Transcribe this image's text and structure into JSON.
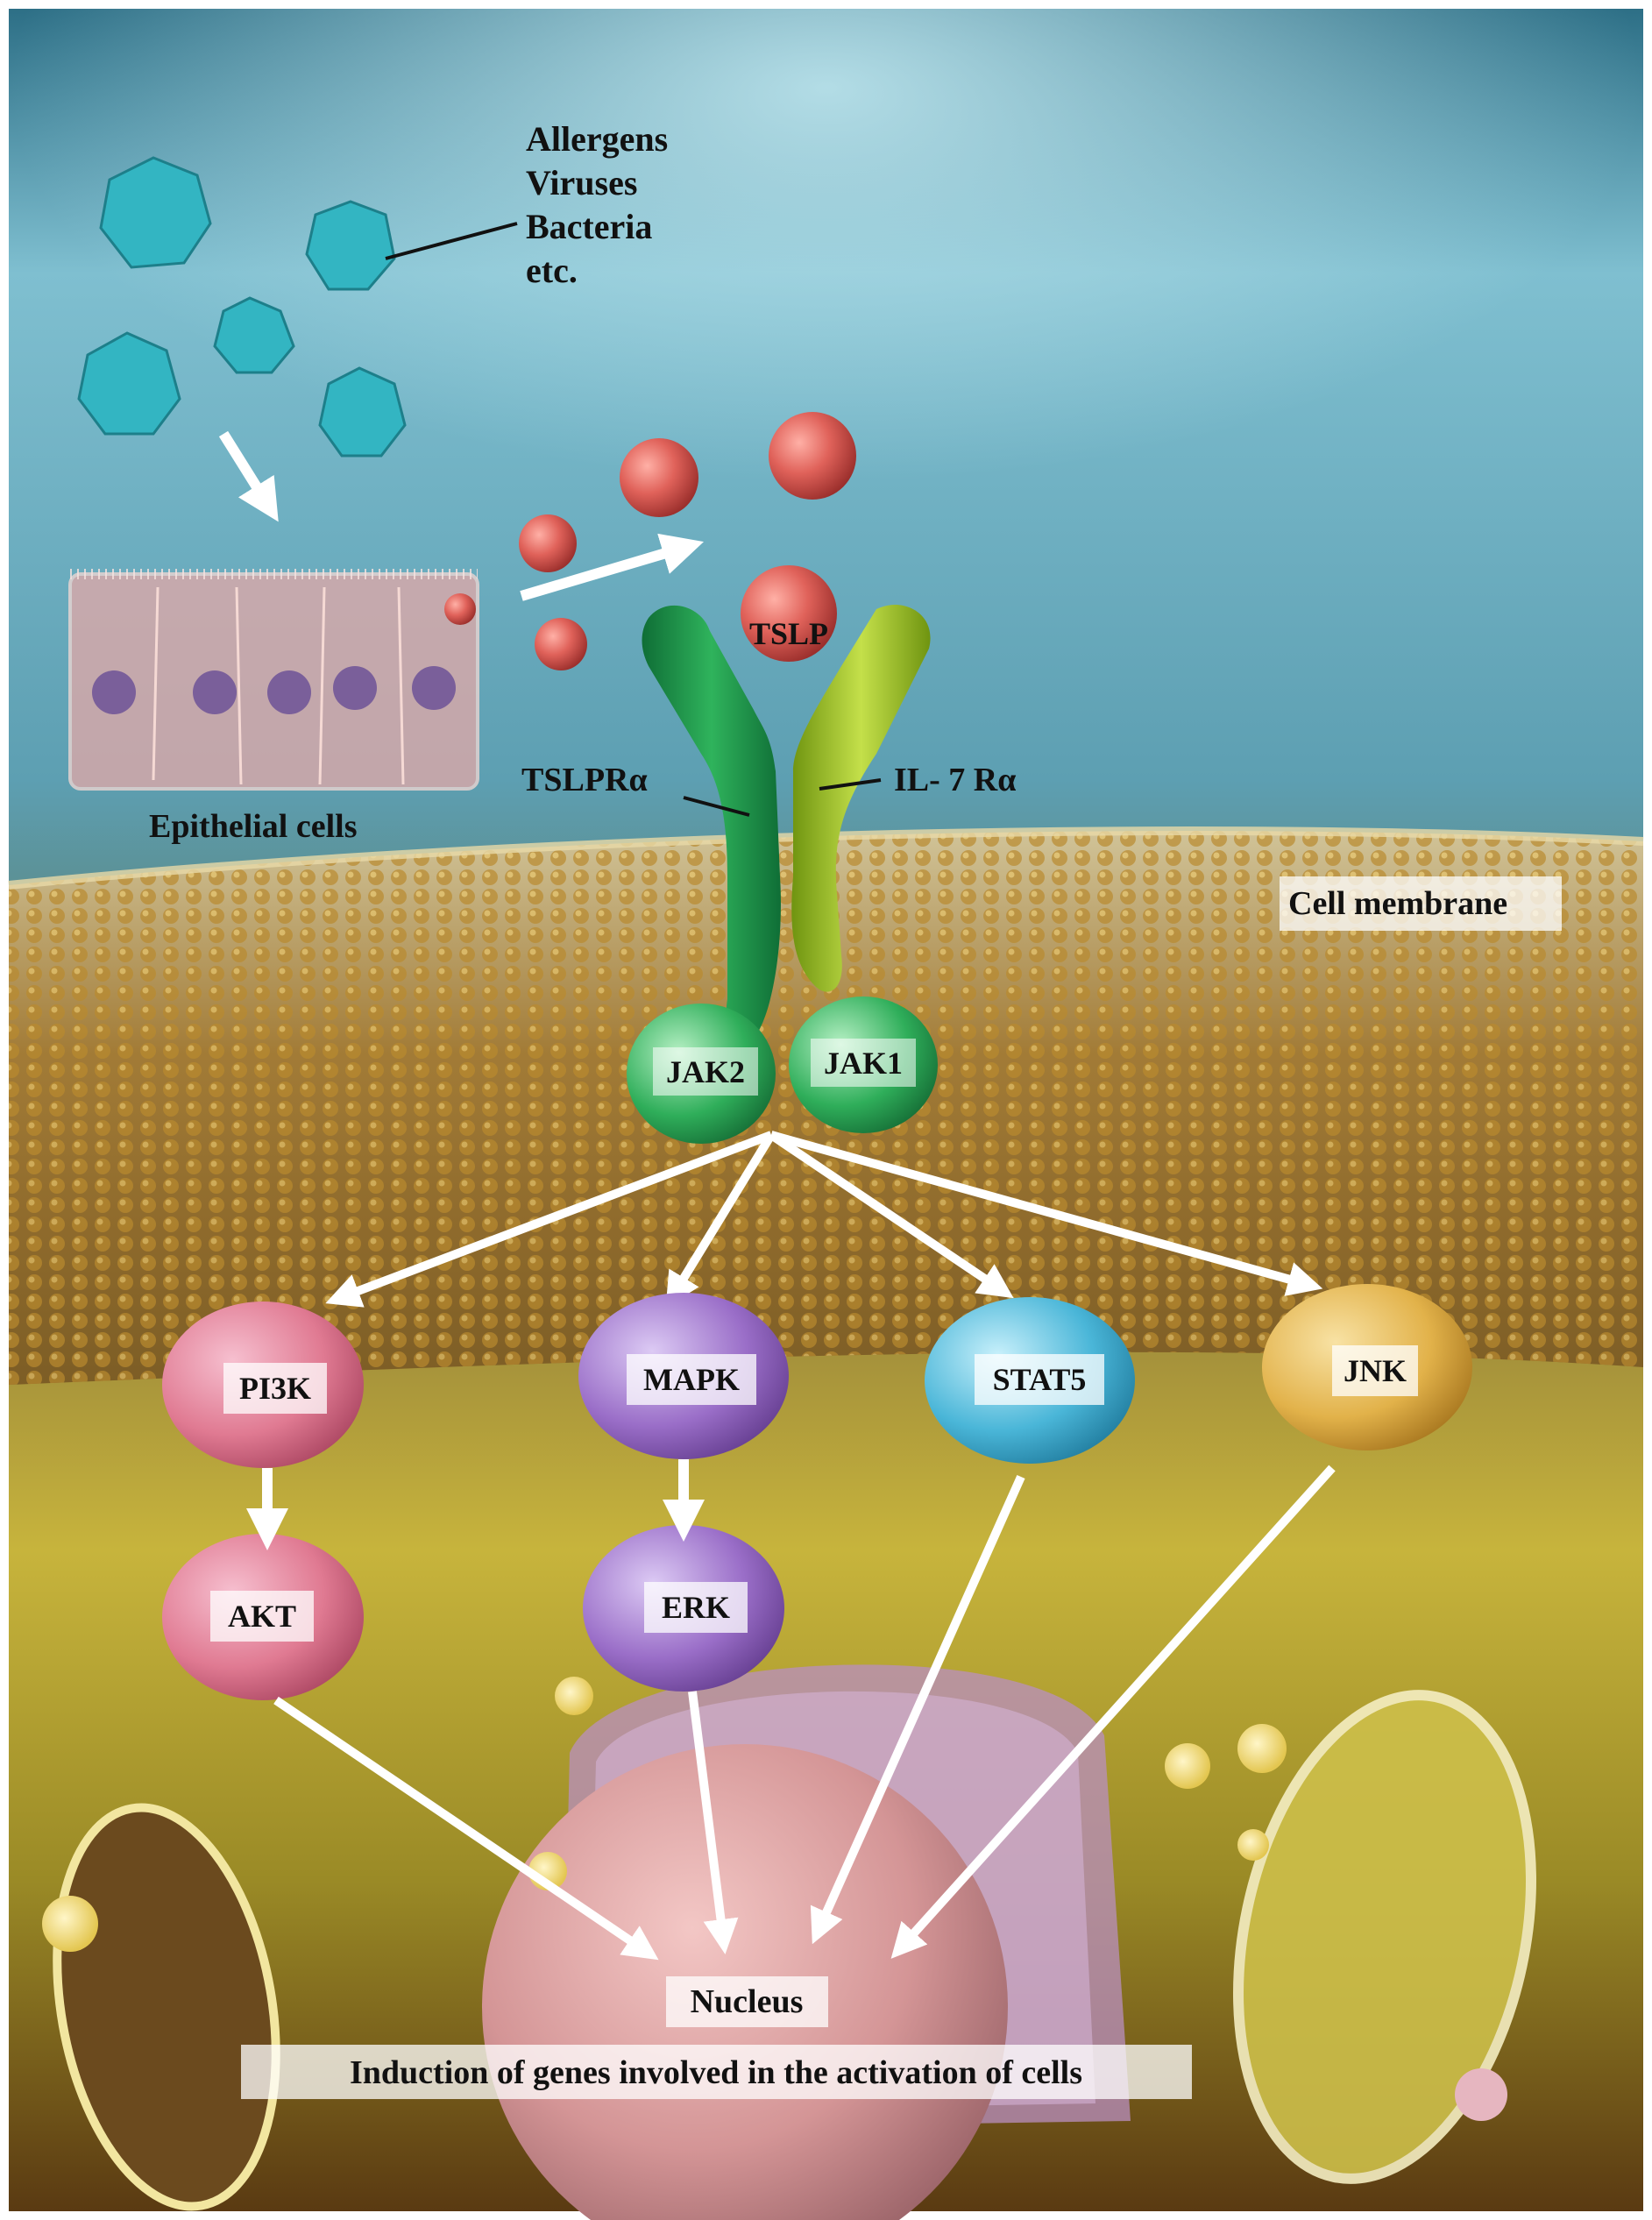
{
  "stimuli": {
    "line1": "Allergens",
    "line2": "Viruses",
    "line3": "Bacteria",
    "line4": "etc."
  },
  "epithelial_label": "Epithelial cells",
  "ligand_label": "TSLP",
  "receptors": {
    "left": "TSLPRα",
    "right": "IL- 7 Rα"
  },
  "membrane_label": "Cell membrane",
  "kinases": {
    "left": "JAK2",
    "right": "JAK1"
  },
  "pathways": {
    "pi3k": "PI3K",
    "mapk": "MAPK",
    "stat5": "STAT5",
    "jnk": "JNK",
    "akt": "AKT",
    "erk": "ERK"
  },
  "nucleus_label": "Nucleus",
  "outcome_label": "Induction of genes involved in the activation of cells",
  "colors": {
    "sky_top": "#6fb0c4",
    "membrane": "#b08a3c",
    "cytoplasm": "#c9b640",
    "tslpr": "#1e9a4c",
    "il7r": "#9cc21e",
    "tslp": "#e0625a",
    "pi3k": "#e07a92",
    "mapk": "#9a6ec8",
    "stat5": "#4ab6d8",
    "jnk": "#e2b24a",
    "nucleus": "#d69a9c"
  }
}
